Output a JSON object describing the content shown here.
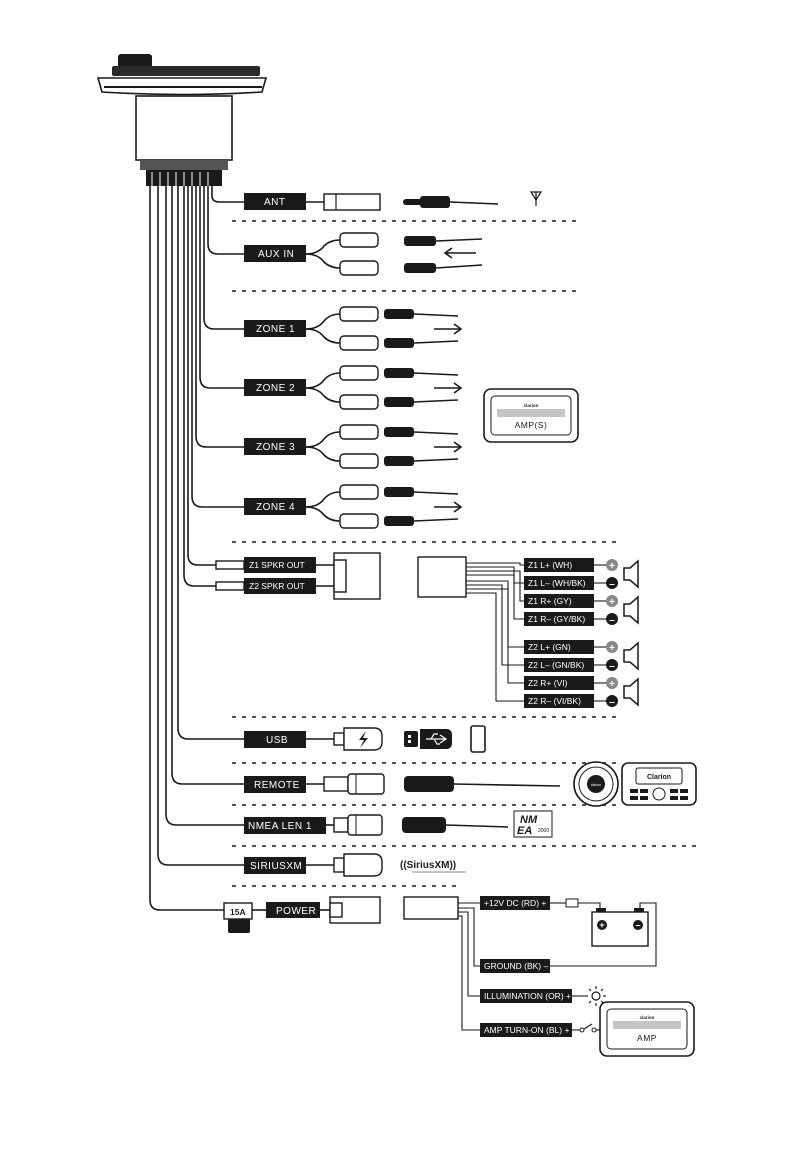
{
  "labels": {
    "ant": "ANT",
    "aux_in": "AUX IN",
    "zone1": "ZONE 1",
    "zone2": "ZONE 2",
    "zone3": "ZONE 3",
    "zone4": "ZONE 4",
    "z1_spkr_out": "Z1 SPKR OUT",
    "z2_spkr_out": "Z2 SPKR OUT",
    "usb": "USB",
    "remote": "REMOTE",
    "nmea": "NMEA LEN 1",
    "siriusxm": "SIRIUSXM",
    "power": "POWER",
    "fuse": "15A"
  },
  "speaker_wires": [
    {
      "id": "z1-lp",
      "label": "Z1 L+ (WH)",
      "polarity": "+"
    },
    {
      "id": "z1-lm",
      "label": "Z1 L– (WH/BK)",
      "polarity": "–"
    },
    {
      "id": "z1-rp",
      "label": "Z1 R+ (GY)",
      "polarity": "+"
    },
    {
      "id": "z1-rm",
      "label": "Z1 R– (GY/BK)",
      "polarity": "–"
    },
    {
      "id": "z2-lp",
      "label": "Z2 L+ (GN)",
      "polarity": "+"
    },
    {
      "id": "z2-lm",
      "label": "Z2 L– (GN/BK)",
      "polarity": "–"
    },
    {
      "id": "z2-rp",
      "label": "Z2 R+ (VI)",
      "polarity": "+"
    },
    {
      "id": "z2-rm",
      "label": "Z2 R– (VI/BK)",
      "polarity": "–"
    }
  ],
  "power_wires": {
    "battery": "+12V DC (RD) +",
    "ground": "GROUND (BK) –",
    "illumination": "ILLUMINATION (OR) +",
    "amp_turn_on": "AMP TURN-ON (BL) +"
  },
  "devices": {
    "amps": "AMP(S)",
    "amp": "AMP",
    "brand": "clarion",
    "brand_display": "Clarion",
    "siriusxm_logo": "((SiriusXM))",
    "nmea_logo_top": "NM",
    "nmea_logo_bottom": "EA",
    "nmea_logo_year": "2000"
  },
  "icons": [
    "antenna-icon",
    "usb-icon",
    "phone-icon",
    "lightning-icon",
    "lamp-icon",
    "switch-icon",
    "battery-icon",
    "speaker-icon"
  ]
}
